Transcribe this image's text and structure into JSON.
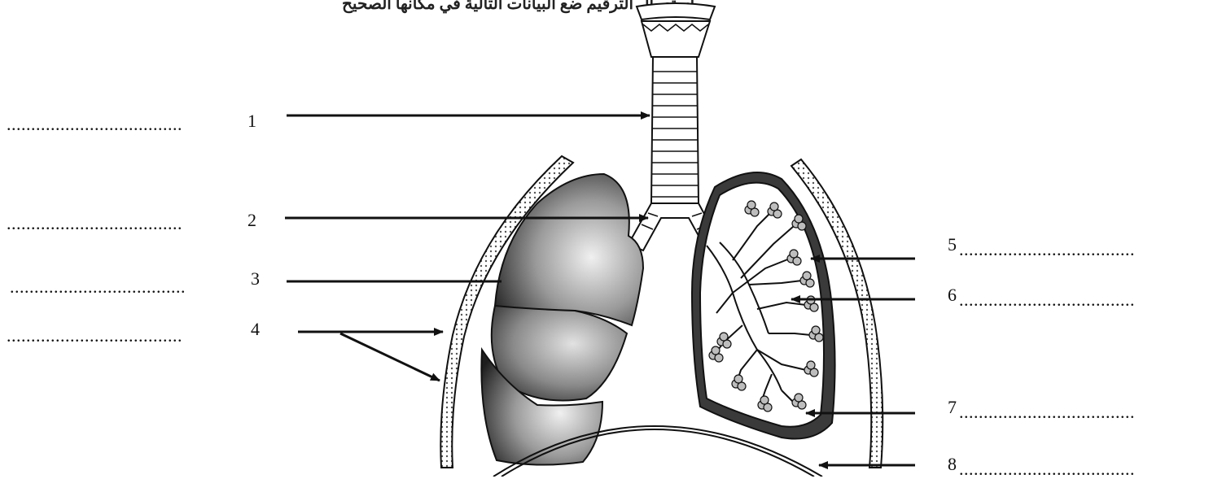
{
  "header_text": "باستعمال الترقيم ضع البيانات التالية في مكانها الصحيح",
  "blank": "....................................",
  "labels": [
    {
      "num": "1",
      "side": "left"
    },
    {
      "num": "2",
      "side": "left"
    },
    {
      "num": "3",
      "side": "left"
    },
    {
      "num": "4",
      "side": "left"
    },
    {
      "num": "5",
      "side": "right"
    },
    {
      "num": "6",
      "side": "right"
    },
    {
      "num": "7",
      "side": "right"
    },
    {
      "num": "8",
      "side": "right"
    }
  ],
  "colors": {
    "ink": "#111111",
    "lung_dark": "#2b2b2b",
    "lung_light": "#e6e6e6"
  }
}
